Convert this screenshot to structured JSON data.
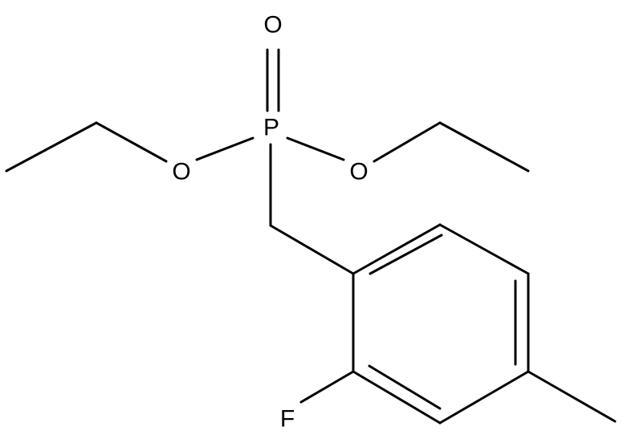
{
  "molecule": {
    "atoms": {
      "phosphorus": "P",
      "oxygen_double": "O",
      "oxygen_left": "O",
      "oxygen_right": "O",
      "fluorine": "F"
    }
  },
  "colors": {
    "bond": "#000000",
    "label": "#000000",
    "background": "#ffffff"
  }
}
